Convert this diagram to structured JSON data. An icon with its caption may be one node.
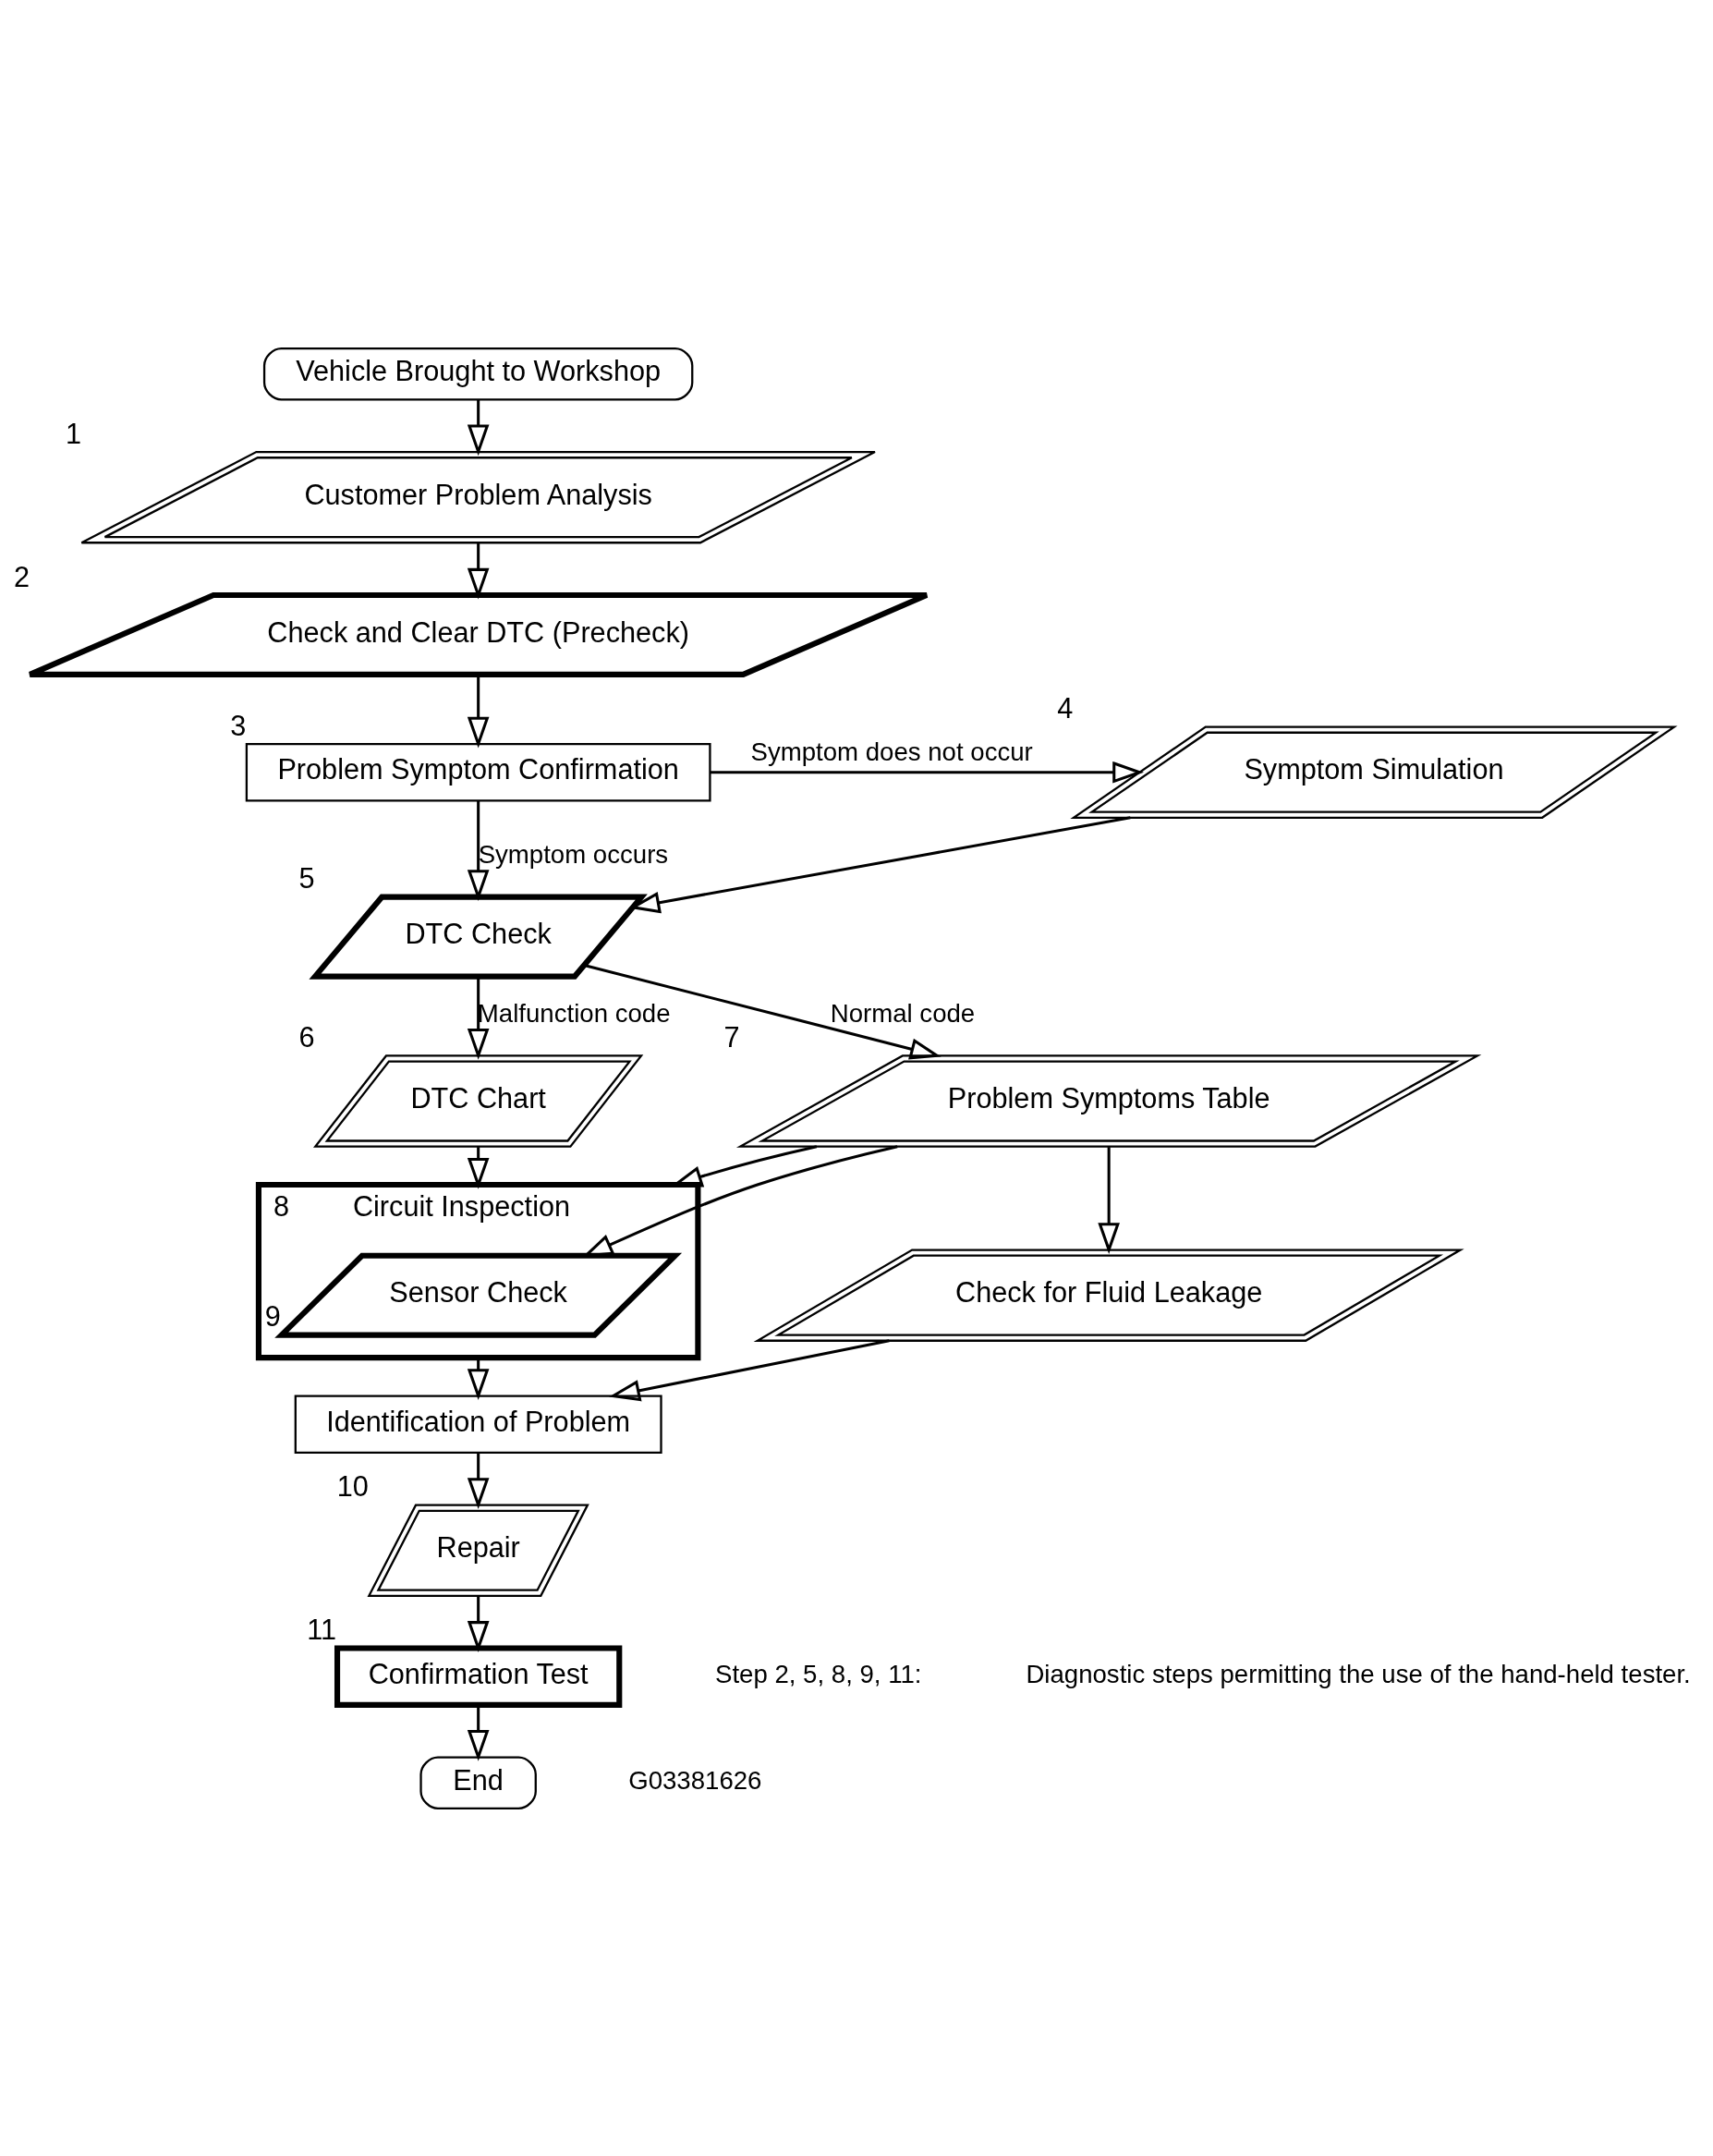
{
  "diagram": {
    "nodes": [
      {
        "text": [
          "Vehicle Brought to Workshop"
        ]
      },
      {
        "text": [
          "Customer Problem Analysis"
        ],
        "beside": [
          "1"
        ]
      },
      {
        "text": [
          "Check and Clear DTC (Precheck)"
        ],
        "beside": [
          "2"
        ]
      },
      {
        "text": [
          "Problem Symptom Confirmation"
        ],
        "beside": [
          "3"
        ]
      },
      {
        "text": [
          "Symptom Simulation"
        ],
        "beside": [
          "4"
        ]
      },
      {
        "text": [
          "DTC Check"
        ],
        "beside": [
          "5"
        ]
      },
      {
        "text": [
          "DTC Chart"
        ],
        "beside": [
          "6"
        ]
      },
      {
        "text": [
          "Problem Symptoms Table"
        ],
        "beside": [
          "7"
        ]
      },
      {
        "text": [
          "Circuit Inspection"
        ],
        "beside": [
          "8"
        ]
      },
      {
        "text": [
          "Sensor Check"
        ],
        "beside": [
          "9"
        ],
        "in": 8
      },
      {
        "text": [
          "Check for Fluid Leakage"
        ]
      },
      {
        "text": [
          "Identification of Problem"
        ]
      },
      {
        "text": [
          "Repair"
        ],
        "beside": [
          "10"
        ]
      },
      {
        "text": [
          "Confirmation Test"
        ],
        "beside": [
          "11"
        ]
      },
      {
        "text": [
          "End"
        ]
      }
    ],
    "edges": [
      {
        "from": 0,
        "to": 1,
        "arrow": "to"
      },
      {
        "from": 1,
        "to": 2,
        "arrow": "to"
      },
      {
        "from": 2,
        "to": 3,
        "arrow": "to"
      },
      {
        "from": 3,
        "to": 4,
        "arrow": "to",
        "label": "Symptom does not occur"
      },
      {
        "from": 3,
        "to": 5,
        "arrow": "to",
        "label": "Symptom occurs"
      },
      {
        "from": 4,
        "to": 5,
        "arrow": "to"
      },
      {
        "from": 5,
        "to": 7,
        "arrow": "to",
        "label": "Normal code"
      },
      {
        "from": 5,
        "to": 6,
        "arrow": "to",
        "label": "Malfunction code"
      },
      {
        "from": 6,
        "to": 8,
        "arrow": "to"
      },
      {
        "from": 7,
        "to": 8,
        "arrow": "to"
      },
      {
        "from": 7,
        "to": 9,
        "arrow": "to"
      },
      {
        "from": 7,
        "to": 10,
        "arrow": "to"
      },
      {
        "from": 8,
        "to": 11,
        "arrow": "to"
      },
      {
        "from": 10,
        "to": 11,
        "arrow": "to"
      },
      {
        "from": 11,
        "to": 12,
        "arrow": "to"
      },
      {
        "from": 12,
        "to": 13,
        "arrow": "to"
      },
      {
        "from": 13,
        "to": 14,
        "arrow": "to"
      }
    ],
    "labels": [
      "Step 2, 5, 8, 9, 11:",
      "Diagnostic steps permitting the use of the hand-held tester.",
      "G03381626"
    ]
  }
}
